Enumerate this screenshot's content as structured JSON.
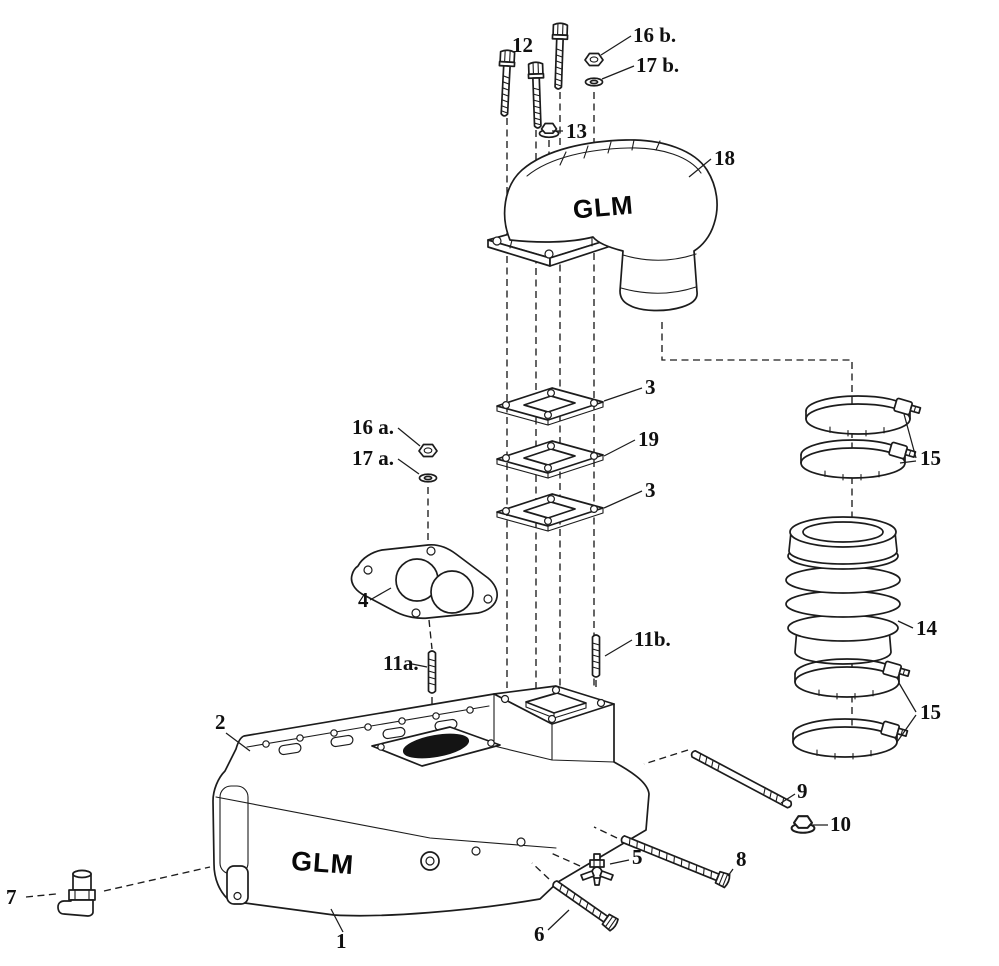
{
  "diagram": {
    "type": "exploded-parts-diagram",
    "background": "#ffffff",
    "line_color": "#1c1c1c",
    "brand_logo": "GLM",
    "callouts": {
      "c1": "1",
      "c2": "2",
      "c3_top": "3",
      "c3_bottom": "3",
      "c4": "4",
      "c5": "5",
      "c6": "6",
      "c7": "7",
      "c8": "8",
      "c9": "9",
      "c10": "10",
      "c11a": "11a.",
      "c11b": "11b.",
      "c12": "12",
      "c13": "13",
      "c14": "14",
      "c15_top": "15",
      "c15_bottom": "15",
      "c16a": "16 a.",
      "c16b": "16 b.",
      "c17a": "17 a.",
      "c17b": "17 b.",
      "c18": "18",
      "c19": "19"
    }
  }
}
